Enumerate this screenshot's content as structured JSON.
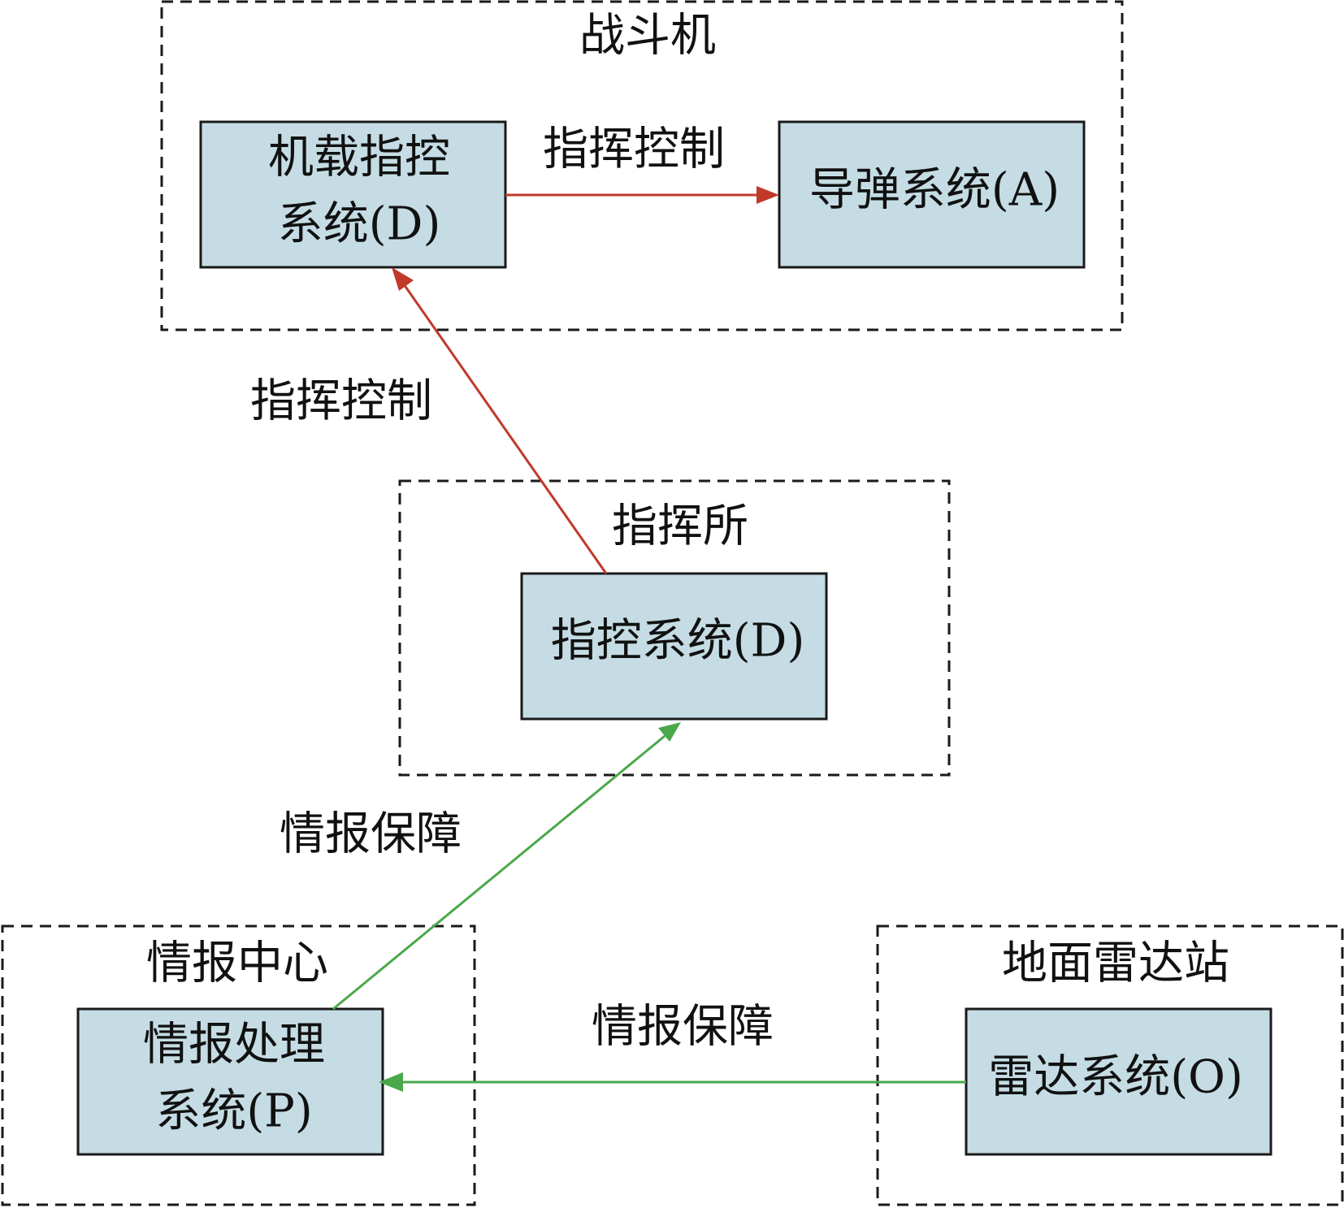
{
  "groups": {
    "fighter": "战斗机",
    "command_post": "指挥所",
    "intel_center": "情报中心",
    "ground_radar": "地面雷达站"
  },
  "nodes": {
    "airborne_c2": {
      "line1": "机载指控",
      "line2": "系统(D)"
    },
    "missile": {
      "line1": "导弹系统(A)"
    },
    "c2": {
      "line1": "指控系统(D)"
    },
    "intel_proc": {
      "line1": "情报处理",
      "line2": "系统(P)"
    },
    "radar": {
      "line1": "雷达系统(O)"
    }
  },
  "edges": {
    "c2_to_missile": "指挥控制",
    "post_to_airborne": "指挥控制",
    "intel_to_post": "情报保障",
    "radar_to_intel": "情报保障"
  },
  "colors": {
    "command_edge": "#c0392b",
    "intel_edge": "#4aa84a",
    "node_fill": "#c5dce4"
  }
}
